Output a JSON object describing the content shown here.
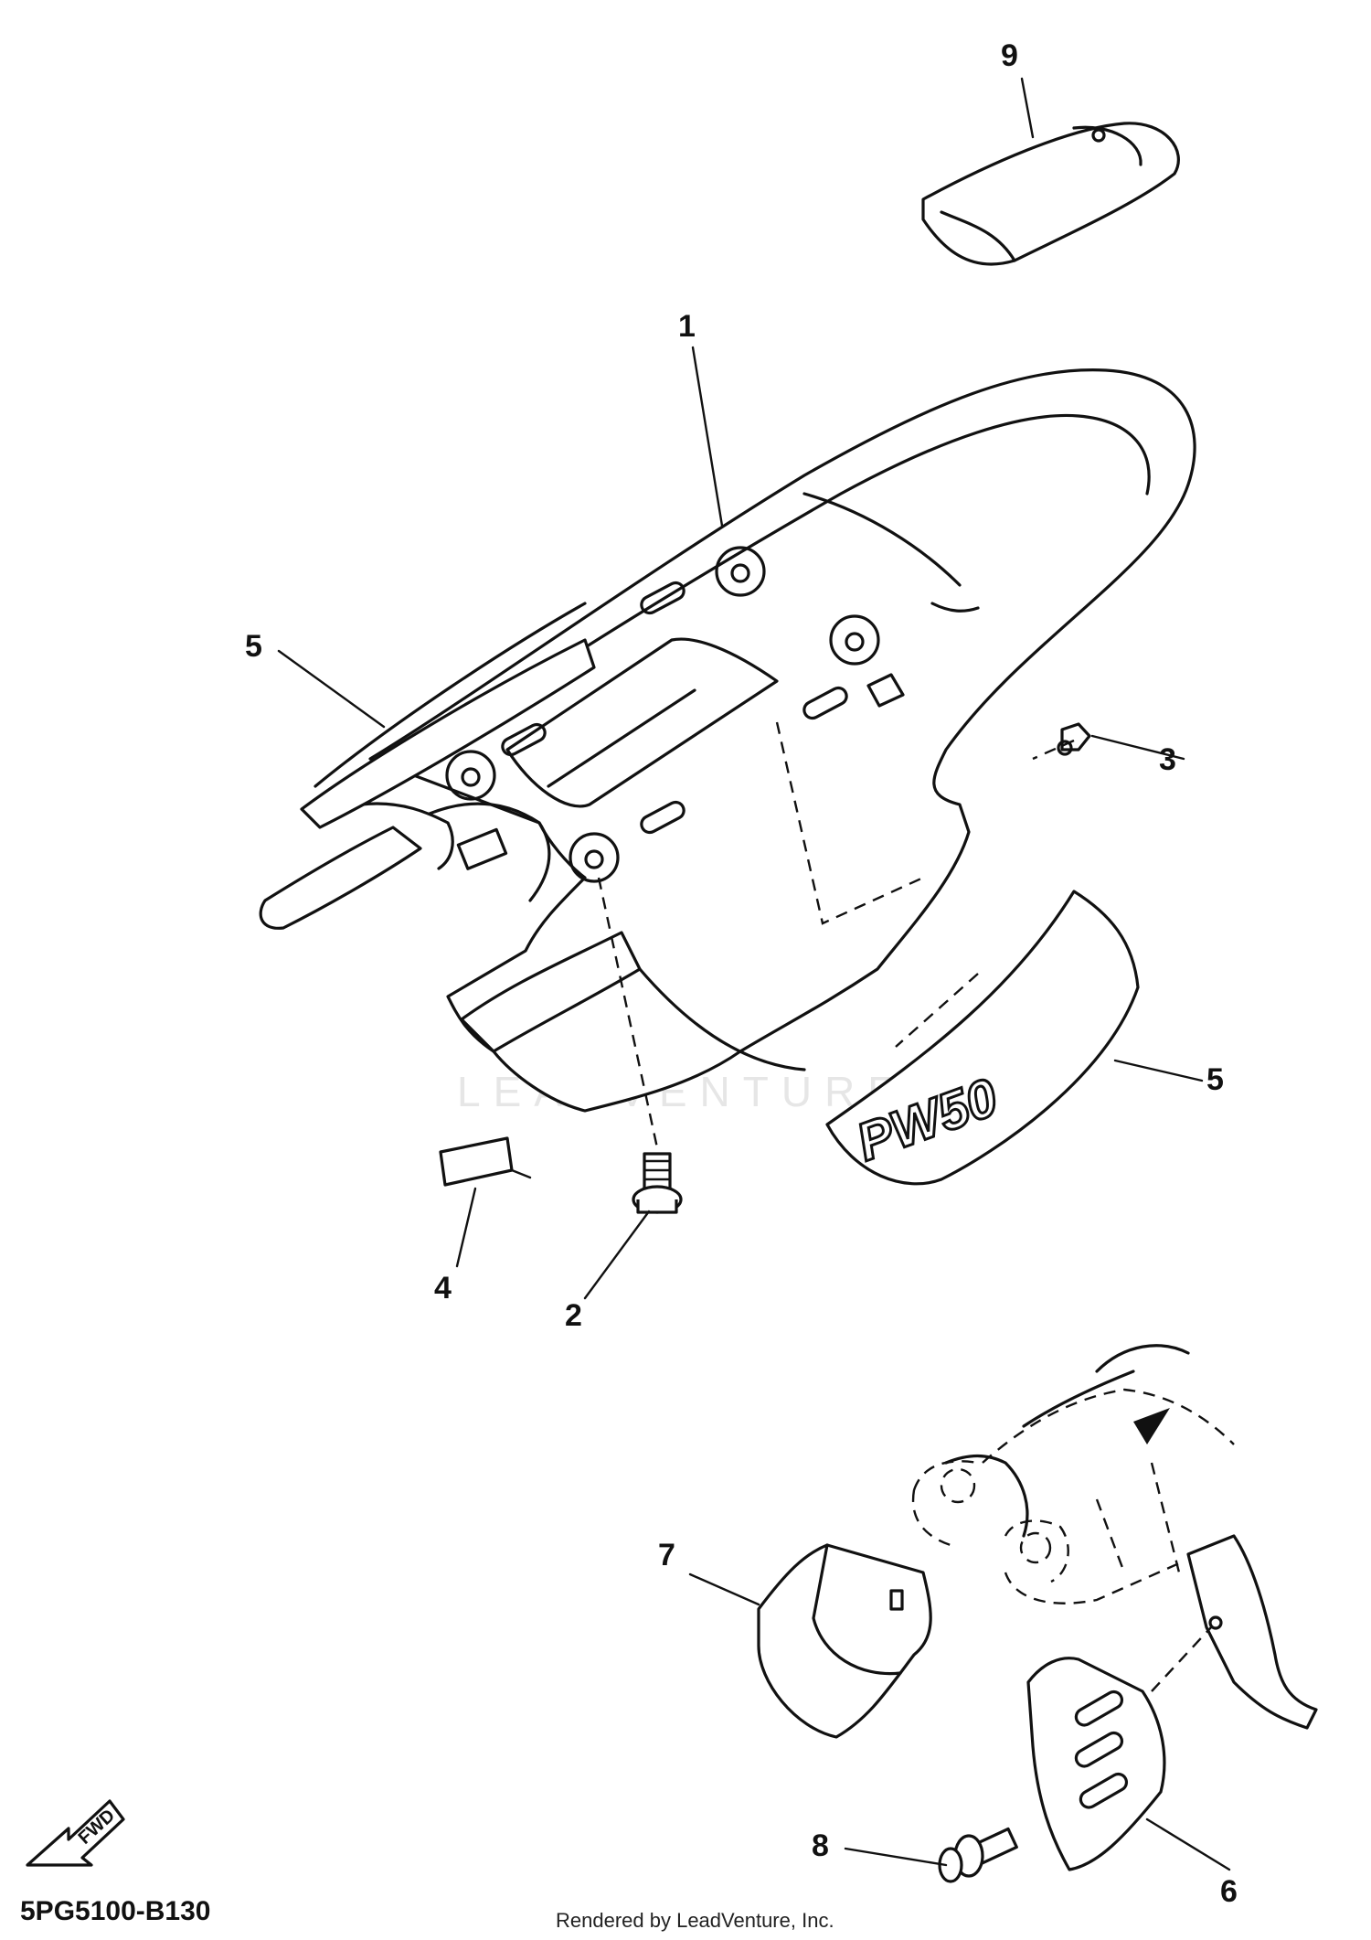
{
  "callouts": [
    {
      "id": "c1",
      "label": "1"
    },
    {
      "id": "c2",
      "label": "2"
    },
    {
      "id": "c3",
      "label": "3"
    },
    {
      "id": "c4",
      "label": "4"
    },
    {
      "id": "c5a",
      "label": "5"
    },
    {
      "id": "c5b",
      "label": "5"
    },
    {
      "id": "c6",
      "label": "6"
    },
    {
      "id": "c7",
      "label": "7"
    },
    {
      "id": "c8",
      "label": "8"
    },
    {
      "id": "c9",
      "label": "9"
    }
  ],
  "decal_text": "PW50",
  "forward_arrow_label": "FWD",
  "diagram_code": "5PG5100-B130",
  "credit": "Rendered by LeadVenture, Inc.",
  "watermark": "LEADVENTURE"
}
